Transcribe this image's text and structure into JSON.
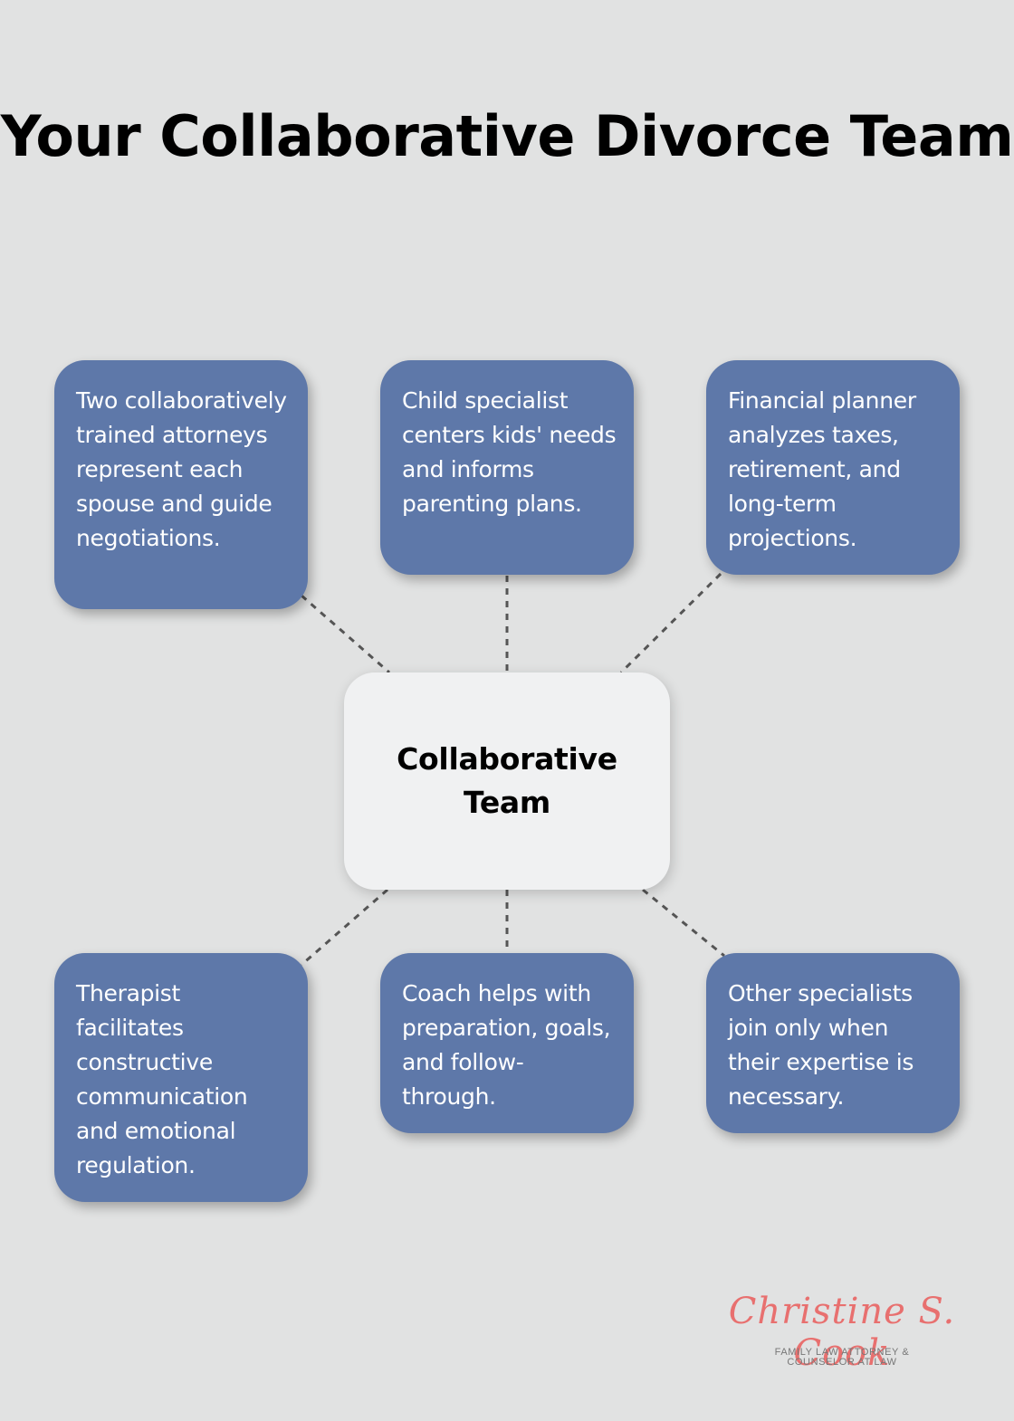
{
  "title": "Your Collaborative Divorce Team",
  "center": {
    "label": "Collaborative Team"
  },
  "members": [
    {
      "text": "Two collaboratively trained attorneys represent each spouse and guide negotiations."
    },
    {
      "text": "Child specialist centers kids' needs and informs parenting plans."
    },
    {
      "text": "Financial planner analyzes taxes, retirement, and long-term projections."
    },
    {
      "text": "Therapist facilitates constructive communication and emotional regulation."
    },
    {
      "text": "Coach helps with preparation, goals, and follow-through."
    },
    {
      "text": "Other specialists join only when their expertise is necessary."
    }
  ],
  "logo": {
    "name": "Christine S. Cook",
    "subtitle_line1": "FAMILY LAW ATTORNEY &",
    "subtitle_line2": "COUNSELOR AT LAW"
  },
  "colors": {
    "background": "#e1e2e2",
    "member_box": "#5e78a9",
    "center_box": "#f0f1f2",
    "connector": "#555555",
    "logo_accent": "#e8706f"
  }
}
